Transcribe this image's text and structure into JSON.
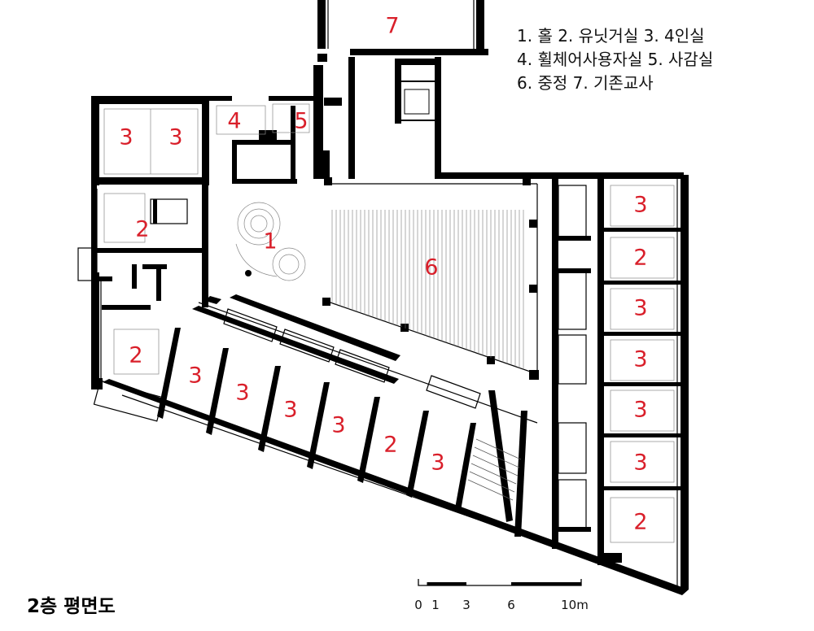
{
  "legend": [
    "1. 홀  2. 유닛거실  3. 4인실",
    "4. 휠체어사용자실  5. 사감실",
    "6. 중정  7. 기존교사"
  ],
  "title": "2층 평면도",
  "scale_labels": [
    "0",
    "1",
    "3",
    "6",
    "10m"
  ],
  "room_labels": [
    "7",
    "4",
    "5",
    "3",
    "3",
    "2",
    "1",
    "6",
    "3",
    "2",
    "3",
    "3",
    "3",
    "3",
    "2",
    "2",
    "3",
    "3",
    "3",
    "3",
    "2",
    "3"
  ],
  "colors": {
    "room_label": "#d91f2a",
    "wall": "#000000"
  }
}
